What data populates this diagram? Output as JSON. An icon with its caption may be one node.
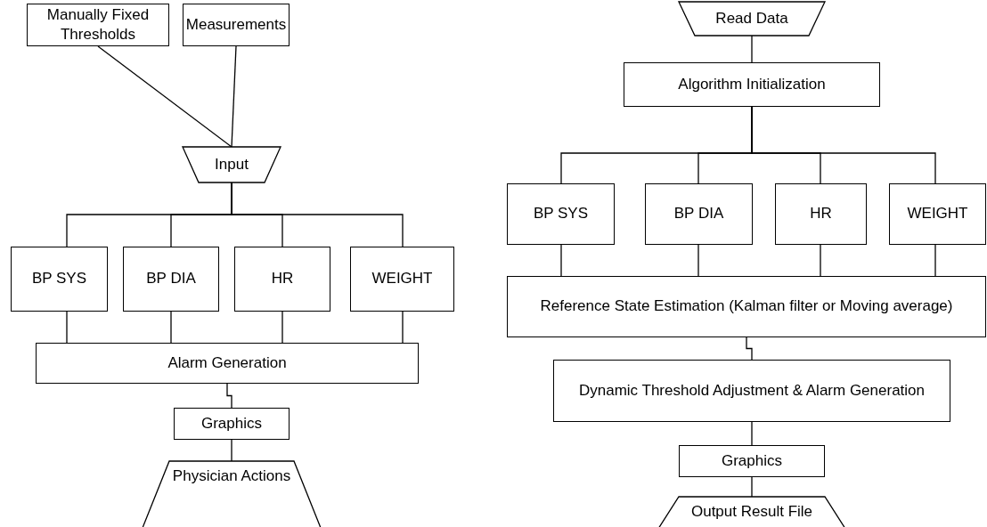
{
  "diagram": {
    "nodes": [
      {
        "text": [
          "Manually Fixed Thresholds"
        ]
      },
      {
        "text": [
          "Measurements"
        ]
      },
      {
        "text": [
          "Input"
        ]
      },
      {
        "text": [
          "BP SYS"
        ]
      },
      {
        "text": [
          "BP DIA"
        ]
      },
      {
        "text": [
          "HR"
        ]
      },
      {
        "text": [
          "WEIGHT"
        ]
      },
      {
        "text": [
          "Alarm Generation"
        ]
      },
      {
        "text": [
          "Graphics"
        ]
      },
      {
        "text": [
          "Physician Actions"
        ]
      },
      {
        "text": [
          "Read Data"
        ]
      },
      {
        "text": [
          "Algorithm Initialization"
        ]
      },
      {
        "text": [
          "BP SYS"
        ]
      },
      {
        "text": [
          "BP DIA"
        ]
      },
      {
        "text": [
          "HR"
        ]
      },
      {
        "text": [
          "WEIGHT"
        ]
      },
      {
        "text": [
          "Reference State Estimation (Kalman filter or Moving average)"
        ]
      },
      {
        "text": [
          "Dynamic Threshold Adjustment & Alarm Generation"
        ]
      },
      {
        "text": [
          "Graphics"
        ]
      },
      {
        "text": [
          "Output Result File"
        ]
      }
    ],
    "edges": [
      {
        "from": 0,
        "to": 2,
        "arrow": "none"
      },
      {
        "from": 1,
        "to": 2,
        "arrow": "none"
      },
      {
        "from": 2,
        "to": 3,
        "arrow": "none"
      },
      {
        "from": 2,
        "to": 4,
        "arrow": "none"
      },
      {
        "from": 2,
        "to": 5,
        "arrow": "none"
      },
      {
        "from": 2,
        "to": 6,
        "arrow": "none"
      },
      {
        "from": 3,
        "to": 7,
        "arrow": "none"
      },
      {
        "from": 4,
        "to": 7,
        "arrow": "none"
      },
      {
        "from": 5,
        "to": 7,
        "arrow": "none"
      },
      {
        "from": 6,
        "to": 7,
        "arrow": "none"
      },
      {
        "from": 7,
        "to": 8,
        "arrow": "none"
      },
      {
        "from": 8,
        "to": 9,
        "arrow": "none"
      },
      {
        "from": 10,
        "to": 11,
        "arrow": "none"
      },
      {
        "from": 11,
        "to": 12,
        "arrow": "none"
      },
      {
        "from": 11,
        "to": 13,
        "arrow": "none"
      },
      {
        "from": 11,
        "to": 14,
        "arrow": "none"
      },
      {
        "from": 11,
        "to": 15,
        "arrow": "none"
      },
      {
        "from": 12,
        "to": 16,
        "arrow": "none"
      },
      {
        "from": 13,
        "to": 16,
        "arrow": "none"
      },
      {
        "from": 14,
        "to": 16,
        "arrow": "none"
      },
      {
        "from": 15,
        "to": 16,
        "arrow": "none"
      },
      {
        "from": 16,
        "to": 17,
        "arrow": "none"
      },
      {
        "from": 17,
        "to": 18,
        "arrow": "none"
      },
      {
        "from": 18,
        "to": 19,
        "arrow": "none"
      }
    ]
  }
}
